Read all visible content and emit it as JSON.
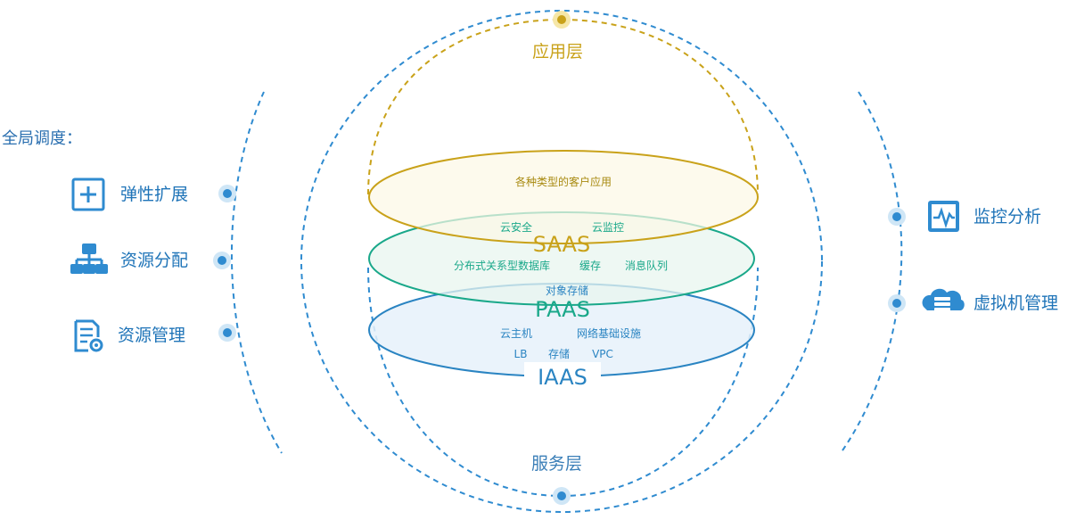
{
  "left_panel": {
    "title": "全局调度：",
    "items": [
      {
        "label": "弹性扩展",
        "icon": "plus-square-icon"
      },
      {
        "label": "资源分配",
        "icon": "hierarchy-icon"
      },
      {
        "label": "资源管理",
        "icon": "document-gear-icon"
      }
    ]
  },
  "right_panel": {
    "items": [
      {
        "label": "监控分析",
        "icon": "monitor-pulse-icon"
      },
      {
        "label": "虚拟机管理",
        "icon": "cloud-server-icon"
      }
    ]
  },
  "layers": {
    "top_label": "应用层",
    "bottom_label": "服务层"
  },
  "saas": {
    "header": "各种类型的客户应用",
    "title": "SAAS",
    "items_row1": [
      "云安全",
      "云监控"
    ],
    "items_row2": [
      "分布式关系型数据库",
      "缓存",
      "消息队列"
    ]
  },
  "paas": {
    "header": "对象存储",
    "title": "PAAS",
    "items_row1": [
      "云主机",
      "网络基础设施"
    ],
    "items_row2": [
      "LB",
      "存储",
      "VPC"
    ]
  },
  "iaas": {
    "title": "IAAS"
  },
  "colors": {
    "blue": "#2f8bd0",
    "gold": "#c9a21a",
    "teal": "#1aa88a",
    "deep_blue": "#2a84c2"
  }
}
